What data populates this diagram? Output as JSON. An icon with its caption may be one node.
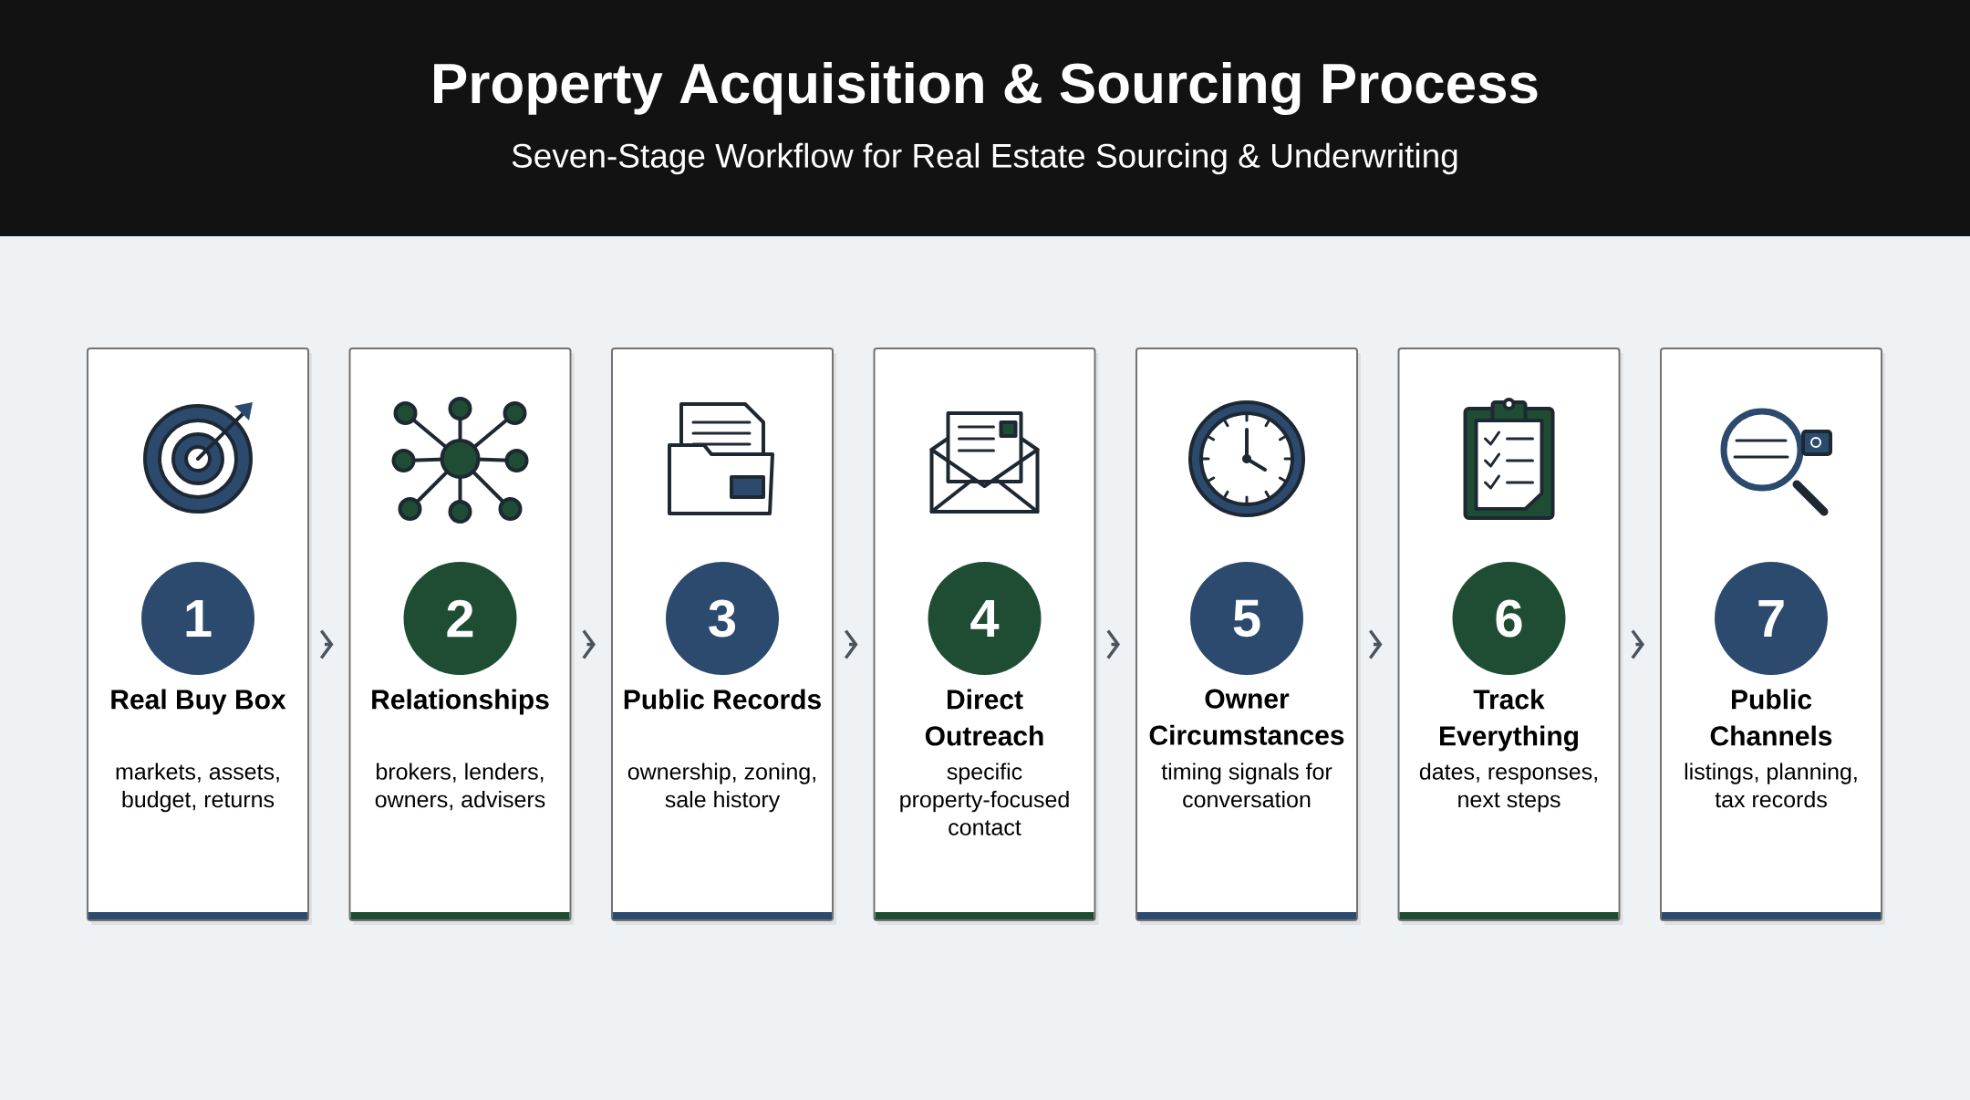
{
  "diagram": {
    "title": "Property Acquisition & Sourcing Process",
    "nodes": [
      {
        "text": [
          "Real Buy Box",
          "markets, assets, budget, returns"
        ]
      },
      {
        "text": [
          "1"
        ],
        "in": 0
      },
      {
        "text": [
          "Relationships",
          "brokers, lenders, owners, advisers"
        ]
      },
      {
        "text": [
          "2"
        ],
        "in": 2
      },
      {
        "text": [
          "Public Records",
          "ownership, zoning, sale history"
        ]
      },
      {
        "text": [
          "3"
        ],
        "in": 4
      },
      {
        "text": [
          "Direct Outreach",
          "specific property-focused contact"
        ]
      },
      {
        "text": [
          "4"
        ],
        "in": 6
      },
      {
        "text": [
          "Owner Circumstances",
          "timing signals for conversation"
        ]
      },
      {
        "text": [
          "5"
        ],
        "in": 8
      },
      {
        "text": [
          "Track Everything",
          "dates, responses, next steps"
        ]
      },
      {
        "text": [
          "6"
        ],
        "in": 10
      },
      {
        "text": [
          "Public Channels",
          "listings, planning, tax records"
        ]
      },
      {
        "text": [
          "7"
        ],
        "in": 12
      }
    ],
    "edges": [
      {
        "from": 0,
        "to": 2,
        "arrow": "to"
      },
      {
        "from": 2,
        "to": 4,
        "arrow": "to"
      },
      {
        "from": 4,
        "to": 6,
        "arrow": "to"
      },
      {
        "from": 6,
        "to": 8,
        "arrow": "to"
      },
      {
        "from": 8,
        "to": 10,
        "arrow": "to"
      },
      {
        "from": 10,
        "to": 12,
        "arrow": "to"
      }
    ],
    "labels": [
      "Seven-Stage Workflow for Real Estate Sourcing & Underwriting"
    ]
  }
}
